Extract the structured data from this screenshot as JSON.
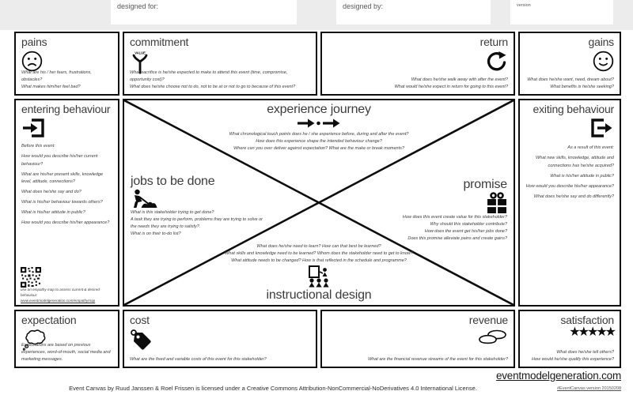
{
  "header": {
    "designed_for": "designed for:",
    "designed_by": "designed by:",
    "version": "version"
  },
  "colors": {
    "border": "#0d0d0d",
    "header_bg": "#ececec",
    "text": "#3c3c3c"
  },
  "sections": {
    "pains": {
      "title": "pains",
      "icon": "sad-face-icon",
      "questions": [
        "What are his / her fears, frustrations, obstacles?",
        "What makes him/her feel bad?"
      ]
    },
    "commitment": {
      "title": "commitment",
      "icon": "divining-rod-icon",
      "icon_label": "VALUE",
      "questions": [
        "What sacrifice is he/she expected to make to attend this event (time, compromise, opportunity cost)?",
        "What does he/she choose not to do, not to be at or not to go to because of this event?"
      ]
    },
    "return": {
      "title": "return",
      "icon": "circular-arrow-icon",
      "questions": [
        "What does he/she walk away with after the event?",
        "What would he/she expect in return for going to this event?"
      ]
    },
    "gains": {
      "title": "gains",
      "icon": "happy-face-icon",
      "questions": [
        "What does he/she want, need, dream about?",
        "What benefits is he/she seeking?"
      ]
    },
    "entering_behaviour": {
      "title": "entering behaviour",
      "icon": "enter-door-icon",
      "questions": [
        "Before this event:",
        "How would you describe his/her current behaviour?",
        "What are his/her present skills, knowledge level, attitude, connections?",
        "What does he/she say and do?",
        "What is his/her behaviour towards others?",
        "What is his/her attitude in public?",
        "How would you describe his/her appearance?"
      ]
    },
    "experience_journey": {
      "title": "experience journey",
      "icon": "journey-arrows-icon",
      "questions": [
        "What chronological touch points does he / she experience before, during and after the event?",
        "How does this experience shape the intended behaviour change?",
        "Where can you over deliver against expectation? What are the make or break moments?"
      ]
    },
    "exiting_behaviour": {
      "title": "exiting behaviour",
      "icon": "exit-door-icon",
      "questions": [
        "As a result of this event:",
        "What new skills, knowledge, attitude and connections has he/she acquired?",
        "What is his/her attitude in public?",
        "How would you describe his/her appearance?",
        "What does he/she say and do differently?"
      ]
    },
    "jobs_to_be_done": {
      "title": "jobs to be done",
      "icon": "worker-digging-icon",
      "questions": [
        "What is this stakeholder trying to get done?",
        "A task they are trying to perform, problems they are trying to solve or",
        "the needs they are trying to satisfy?.",
        "What is on their to-do list?"
      ]
    },
    "promise": {
      "title": "promise",
      "icon": "gift-box-icon",
      "questions": [
        "How does this event create value for this stakeholder?",
        "Why should this stakeholder contribute?",
        "How does the event get his/her jobs done?",
        "Does this promise alleviate pains and create gains?"
      ]
    },
    "instructional_design": {
      "title": "instructional design",
      "icon": "classroom-icon",
      "questions": [
        "What does he/she need to learn? How can that best be learned?",
        "What skills and knowledge need to be learned? Whom does the stakeholder need to get to know?",
        "What attitude needs to be changed? How is that  reflected in the schedule and programme?"
      ]
    },
    "expectation": {
      "title": "expectation",
      "icon": "thought-bubble-icon",
      "questions": [
        "Expectations are based on previous experiences, word-of-mouth, social media and marketing messages."
      ]
    },
    "cost": {
      "title": "cost",
      "icon": "price-tag-icon",
      "questions": [
        "What are the fixed and variable costs of this event for this stakeholder?"
      ]
    },
    "revenue": {
      "title": "revenue",
      "icon": "coins-icon",
      "questions": [
        "What are the financial revenue streams of the event for this stakeholder?"
      ]
    },
    "satisfaction": {
      "title": "satisfaction",
      "icon": "five-stars-icon",
      "stars": "★★★★★",
      "questions": [
        "What does he/she tell others?",
        "How would he/she qualify this experience?"
      ]
    }
  },
  "empathy_note": {
    "icon": "qr-code",
    "text": "use an empathy map to assess current & desired behaviour:",
    "link": "www.eventmodelgeneration.com/empathymap"
  },
  "footer": {
    "site": "eventmodelgeneration.com",
    "license": "Event Canvas by Ruud Janssen & Roel Frissen is licensed under a Creative Commons Attribution-NonCommercial-NoDerivatives 4.0 International License.",
    "version_tag": "#EventCanvas version 20150208"
  }
}
